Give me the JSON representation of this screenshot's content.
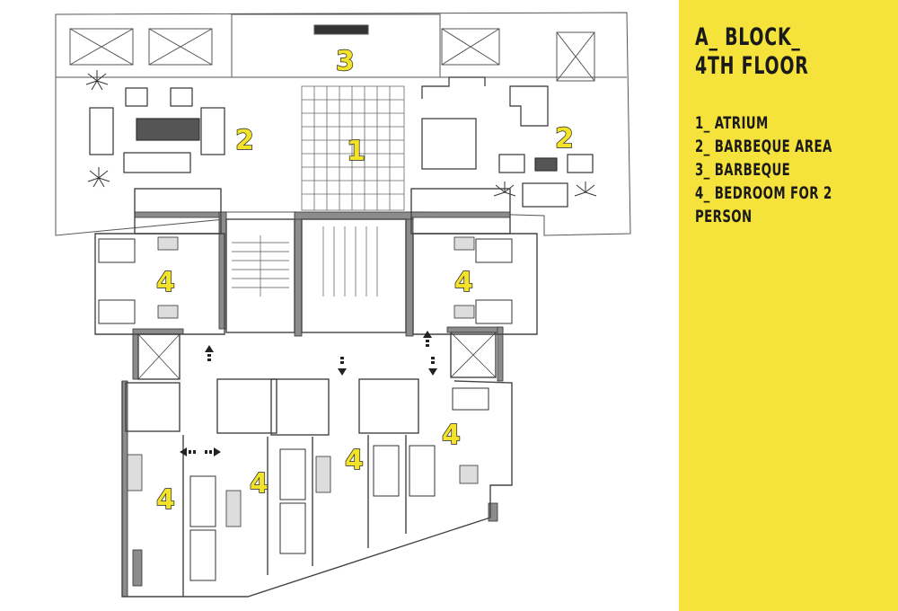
{
  "legend": {
    "title_line1": "A_ BLOCK_",
    "title_line2": "4TH FLOOR",
    "items": [
      "1_ ATRIUM",
      "2_ BARBEQUE AREA",
      "3_ BARBEQUE",
      "4_ BEDROOM FOR 2",
      "PERSON"
    ],
    "background_color": "#f5e23a"
  },
  "plan": {
    "labels": {
      "atrium": "1",
      "barbeque_area_left": "2",
      "barbeque_area_right": "2",
      "barbeque": "3",
      "bedroom": "4"
    },
    "label_color": "#f2e22a",
    "line_color": "#444444",
    "wall_fill": "#8c8c8c"
  }
}
